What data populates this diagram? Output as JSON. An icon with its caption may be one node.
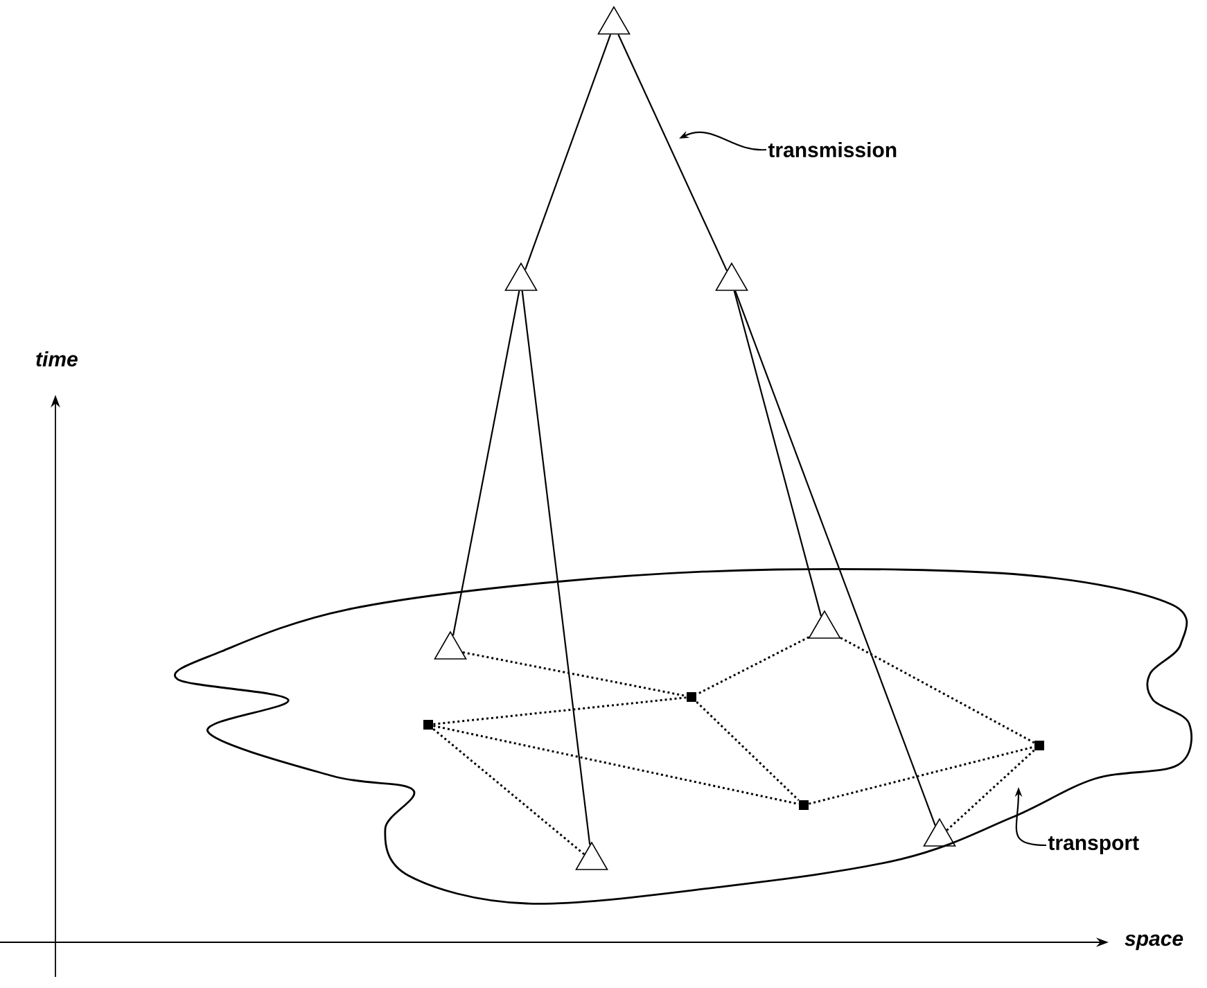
{
  "diagram": {
    "nodes": [
      {
        "text": [],
        "shape": "triangle"
      },
      {
        "text": [],
        "shape": "triangle"
      },
      {
        "text": [],
        "shape": "triangle"
      },
      {
        "text": [],
        "shape": "triangle"
      },
      {
        "text": [],
        "shape": "triangle"
      },
      {
        "text": [],
        "shape": "square"
      },
      {
        "text": [],
        "shape": "square"
      },
      {
        "text": [],
        "shape": "square"
      },
      {
        "text": [],
        "shape": "square"
      },
      {
        "text": [],
        "shape": "triangle"
      },
      {
        "text": [],
        "shape": "triangle"
      },
      {
        "text": [
          "transmission"
        ]
      },
      {
        "text": [
          "transport"
        ]
      }
    ],
    "edges": [
      {
        "from": 0,
        "to": 1,
        "arrow": "none"
      },
      {
        "from": 0,
        "to": 2,
        "arrow": "none"
      },
      {
        "from": 1,
        "to": 3,
        "arrow": "none"
      },
      {
        "from": 1,
        "to": 9,
        "arrow": "none"
      },
      {
        "from": 2,
        "to": 4,
        "arrow": "none"
      },
      {
        "from": 2,
        "to": 10,
        "arrow": "none"
      },
      {
        "from": 3,
        "to": 6,
        "arrow": "none",
        "style": "dashed"
      },
      {
        "from": 5,
        "to": 6,
        "arrow": "none",
        "style": "dashed"
      },
      {
        "from": 4,
        "to": 6,
        "arrow": "none",
        "style": "dashed"
      },
      {
        "from": 6,
        "to": 7,
        "arrow": "none",
        "style": "dashed"
      },
      {
        "from": 5,
        "to": 7,
        "arrow": "none",
        "style": "dashed"
      },
      {
        "from": 5,
        "to": 9,
        "arrow": "none",
        "style": "dashed"
      },
      {
        "from": 4,
        "to": 8,
        "arrow": "none",
        "style": "dashed"
      },
      {
        "from": 7,
        "to": 8,
        "arrow": "none",
        "style": "dashed"
      },
      {
        "from": 10,
        "to": 8,
        "arrow": "none",
        "style": "dashed"
      },
      {
        "from": 11,
        "to": null,
        "arrow": "to"
      },
      {
        "from": 12,
        "to": null,
        "arrow": "to"
      }
    ],
    "labels": [
      "time",
      "space"
    ]
  }
}
